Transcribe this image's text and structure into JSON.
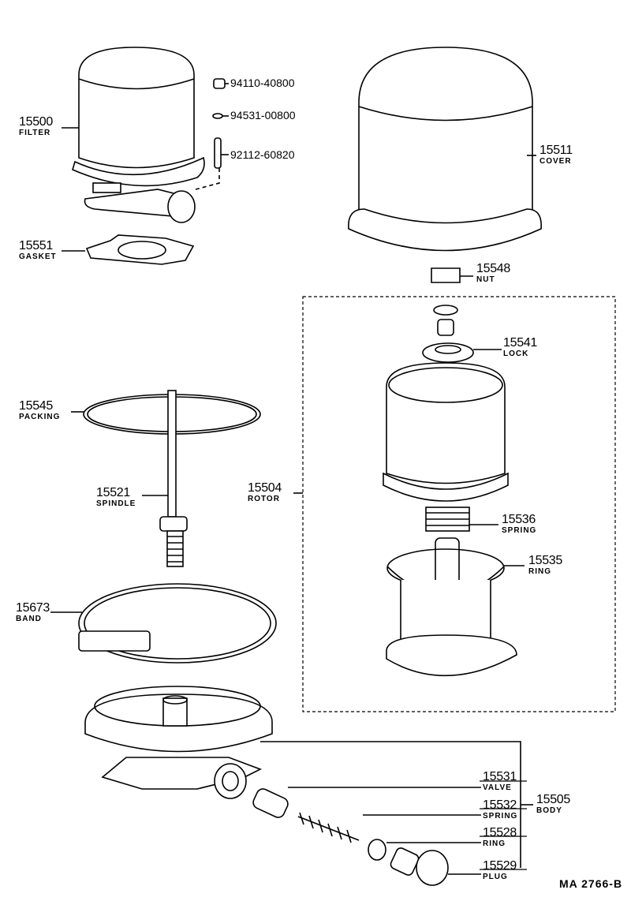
{
  "parts": [
    {
      "id": "filter",
      "number": "15500",
      "name": "FILTER"
    },
    {
      "id": "gasket",
      "number": "15551",
      "name": "GASKET"
    },
    {
      "id": "cover",
      "number": "15511",
      "name": "COVER"
    },
    {
      "id": "nut",
      "number": "15548",
      "name": "NUT"
    },
    {
      "id": "lock",
      "number": "15541",
      "name": "LOCK"
    },
    {
      "id": "packing",
      "number": "15545",
      "name": "PACKING"
    },
    {
      "id": "spindle",
      "number": "15521",
      "name": "SPINDLE"
    },
    {
      "id": "rotor",
      "number": "15504",
      "name": "ROTOR"
    },
    {
      "id": "spring-rotor",
      "number": "15536",
      "name": "SPRING"
    },
    {
      "id": "ring-rotor",
      "number": "15535",
      "name": "RING"
    },
    {
      "id": "band",
      "number": "15673",
      "name": "BAND"
    },
    {
      "id": "valve",
      "number": "15531",
      "name": "VALVE"
    },
    {
      "id": "spring-valve",
      "number": "15532",
      "name": "SPRING"
    },
    {
      "id": "ring-plug",
      "number": "15528",
      "name": "RING"
    },
    {
      "id": "plug",
      "number": "15529",
      "name": "PLUG"
    },
    {
      "id": "body",
      "number": "15505",
      "name": "BODY"
    }
  ],
  "fasteners": [
    "94110-40800",
    "94531-00800",
    "92112-60820"
  ],
  "drawing_code": "MA 2766-B"
}
